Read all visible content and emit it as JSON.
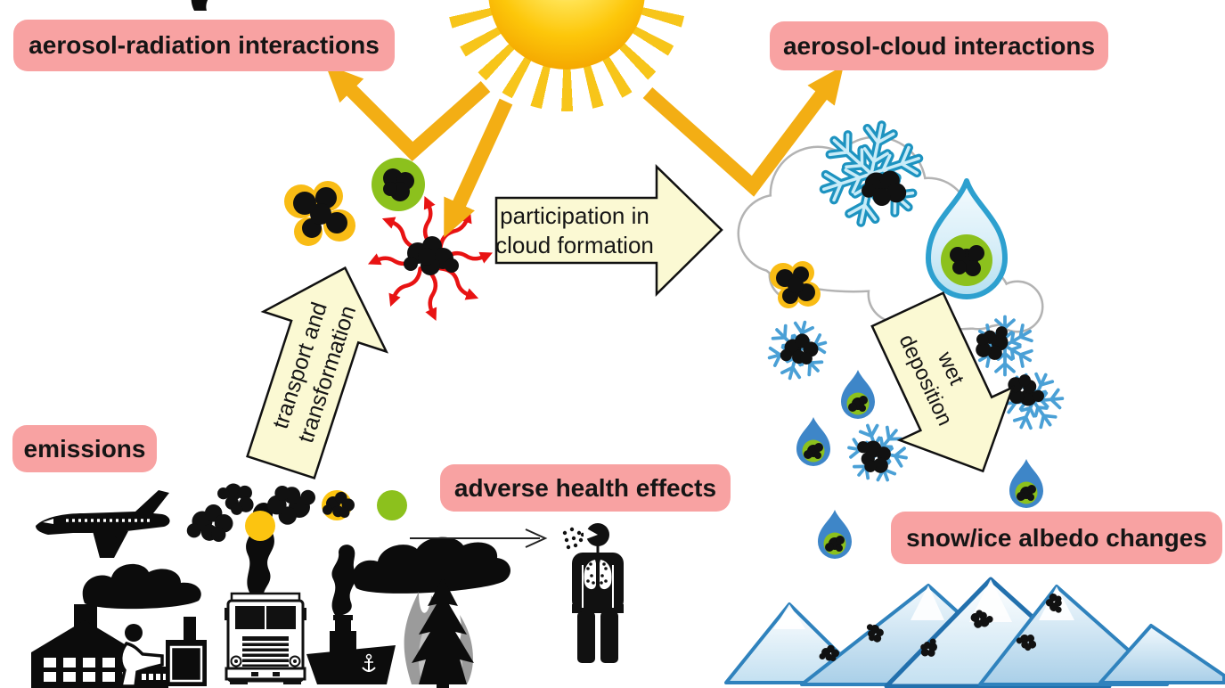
{
  "labels": {
    "aerosol_radiation": "aerosol-radiation interactions",
    "aerosol_cloud": "aerosol-cloud interactions",
    "emissions": "emissions",
    "adverse_health": "adverse health effects",
    "snow_ice": "snow/ice albedo changes"
  },
  "block_arrows": {
    "transport": {
      "line1": "transport and",
      "line2": "transformation"
    },
    "participation": {
      "line1": "participation in",
      "line2": "cloud formation"
    },
    "wet": {
      "line1": "wet",
      "line2": "deposition"
    }
  },
  "icons": [
    "sun-icon",
    "sun-ray-arrow-icon",
    "soot-particle-icon",
    "coated-aerosol-particle-icon",
    "secondary-aerosol-particle-icon",
    "absorbing-aerosol-red-arrows-icon",
    "cloud-icon",
    "snowflake-icon",
    "raindrop-icon",
    "airplane-icon",
    "factory-icon",
    "domestic-heating-icon",
    "truck-icon",
    "ship-icon",
    "wildfire-icon",
    "smoke-plume-icon",
    "person-lungs-icon",
    "mountains-icon",
    "health-arrow-icon"
  ],
  "colors": {
    "label_bg": "#f8a2a2",
    "block_arrow_fill": "#fbf9d3",
    "sun_arrow_orange": "#f3ae14",
    "particle_yellow": "#f9bc15",
    "particle_green": "#8cc11d",
    "scatter_red": "#e81313",
    "snowflake_blue": "#4aa0d6",
    "raindrop_blue": "#3e86c8",
    "big_droplet_outline": "#2da0cf",
    "cloud_outline": "#b3b3b3",
    "mountain_blue": "#2f82bd",
    "silhouette_black": "#111111"
  }
}
